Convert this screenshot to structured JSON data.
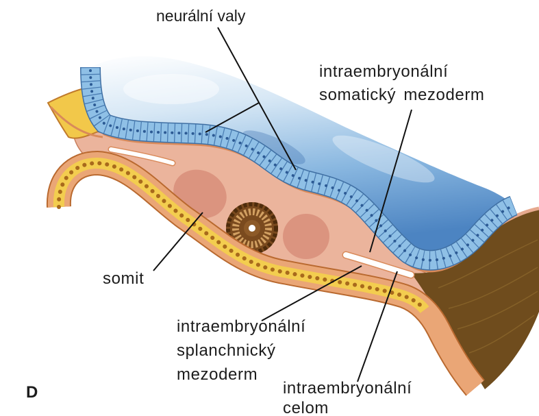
{
  "panel": {
    "letter": "D"
  },
  "labels": {
    "neural_folds": "neurální valy",
    "somatic_mesoderm": [
      "intraembryonální",
      "somatický mezoderm"
    ],
    "somite": "somit",
    "splanchnic_mesoderm": [
      "intraembryonální",
      "splanchnický",
      "mezoderm"
    ],
    "coelom": [
      "intraembryonální",
      "celom"
    ]
  },
  "colors": {
    "ectoderm": "#8fc0e6",
    "mesoderm": "#ebb49c",
    "somite": "#d9907c",
    "endoderm": "#f3cd4f",
    "body_wall": "#eaa676",
    "cut_face": "#6f4c1d",
    "notochord": "#7a4a1e",
    "leader_lines": "#111111"
  }
}
